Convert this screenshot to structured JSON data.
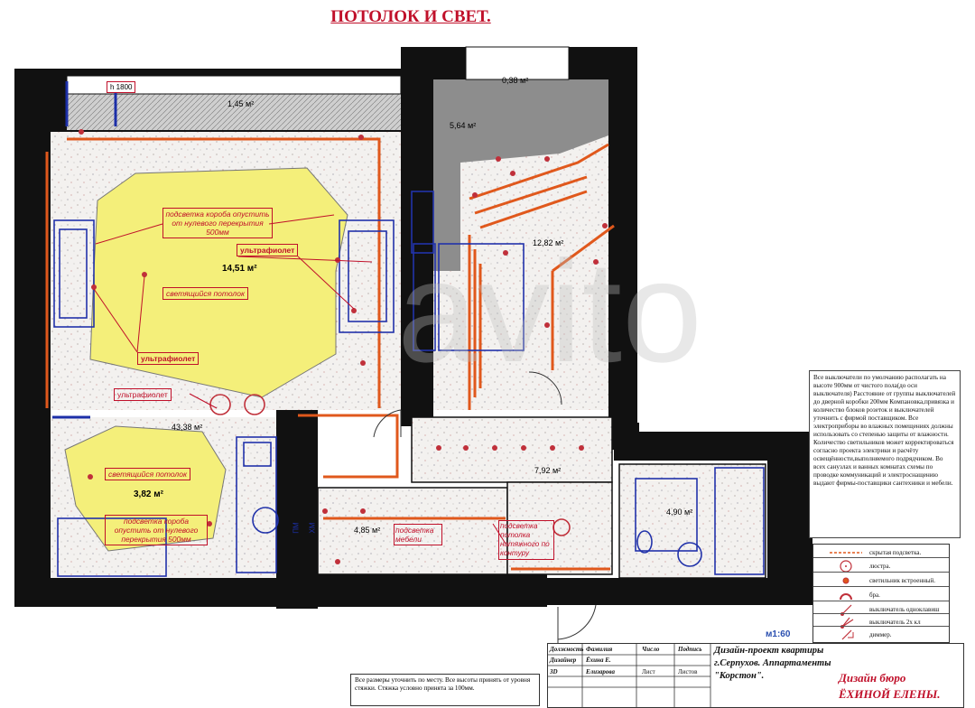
{
  "title": "ПОТОЛОК И СВЕТ.",
  "rooms": {
    "balcony_area": "1,45 м²",
    "living_area": "14,51 м²",
    "kitchen_area": "43,38 м²",
    "kitchen_light_area": "3,82 м²",
    "bedroom_area": "12,82 м²",
    "bedroom_top_area": "5,64 м²",
    "bedroom_balcony_area": "0,38 м²",
    "hall_area": "7,92 м²",
    "corridor_area": "4,85 м²",
    "bath_area": "4,90 м²"
  },
  "labels": {
    "height": "h 1800",
    "box_lighting_1": "подсветка короба опустить от нулевого перекрытия 500мм",
    "ultraviolet_1": "ультрафиолет",
    "ultraviolet_2": "ультрафиолет",
    "ultraviolet_3": "ультрафиолет",
    "glowing_ceiling_1": "светящийся потолок",
    "glowing_ceiling_2": "светящийся потолок",
    "box_lighting_2": "подсветка короба опустить от нулевого перекрытия 500мм",
    "furniture_lighting": "подсветка мебели",
    "stretch_ceiling": "подсветка потолка натяжного по контуру",
    "pm": "ПМ",
    "hw": "ХМ"
  },
  "notes": "Все выключатели по умолчанию располагать на высоте 900мм от чистого пола(до оси выключателя) Расстояние от группы выключателей до дверной коробки 200мм Компановка,привязка и количество блоков розеток и выключателей уточнить с фирмой поставщиком. Все электроприборы во влажных помещениях должны использовать со степенью защиты от влажности. Количество светильников может корректироваться согласно проекта электрики и расчёту освещённости,выполняемого подрядчиком. Во всех санузлах и ванных комнатах схемы по проводке коммуникаций и электроснащению выдают фирмы-поставщики сантехники и мебели.",
  "legend": [
    "скрытая подсветка.",
    "люстра.",
    "светильник встроенный.",
    "бра.",
    "выключатель одноклавиш",
    "выключатель 2х кл",
    "диммер."
  ],
  "scale": "м1:60",
  "stamp": {
    "h_dolzhnost": "Должность",
    "h_familia": "Фамилия",
    "h_chislo": "Число",
    "h_podpis": "Подпись",
    "r1_role": "Дизайнер",
    "r1_name": "Ёхина Е.",
    "r2_role": "3D",
    "r2_name": "Елизарова",
    "list": "Лист",
    "listov": "Листов",
    "project_1": "Дизайн-проект квартиры",
    "project_2": "г.Серпухов. Аппартаменты",
    "project_3": "\"Корстон\".",
    "studio_1": "Дизайн бюро",
    "studio_2": "ЁХИНОЙ ЕЛЕНЫ."
  },
  "bottom_note": "Все размеры уточнить по месту. Все высоты принять от уровня стяжки. Стяжка условно принята за 100мм.",
  "colors": {
    "title": "#c0102a",
    "wall": "#111111",
    "glow": "#f4ef7a",
    "lighting_strip": "#e0581c",
    "label_red": "#c0102a",
    "furniture_blue": "#2233aa"
  }
}
